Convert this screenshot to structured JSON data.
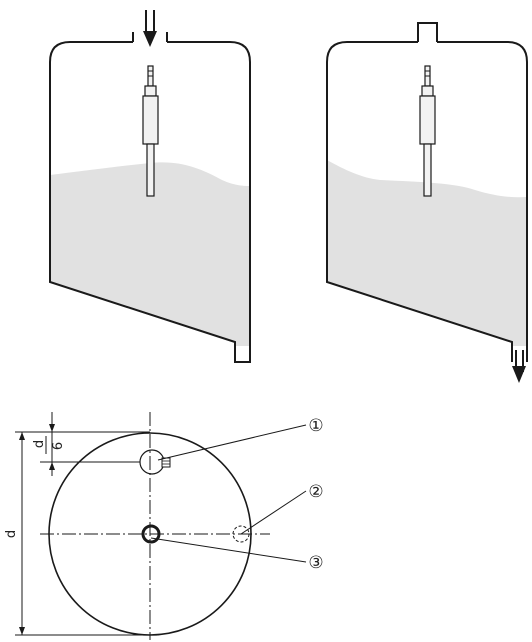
{
  "tanks": [
    {
      "name": "filling",
      "flow": "in"
    },
    {
      "name": "emptying",
      "flow": "out"
    }
  ],
  "top_view": {
    "dimension_label": "d",
    "fraction_numerator": "d",
    "fraction_denominator": "6",
    "callouts": [
      "①",
      "②",
      "③"
    ]
  },
  "colors": {
    "line": "#1a1a1a",
    "liquid": "#e1e1e1",
    "sensor_body": "#f2f2f2"
  }
}
